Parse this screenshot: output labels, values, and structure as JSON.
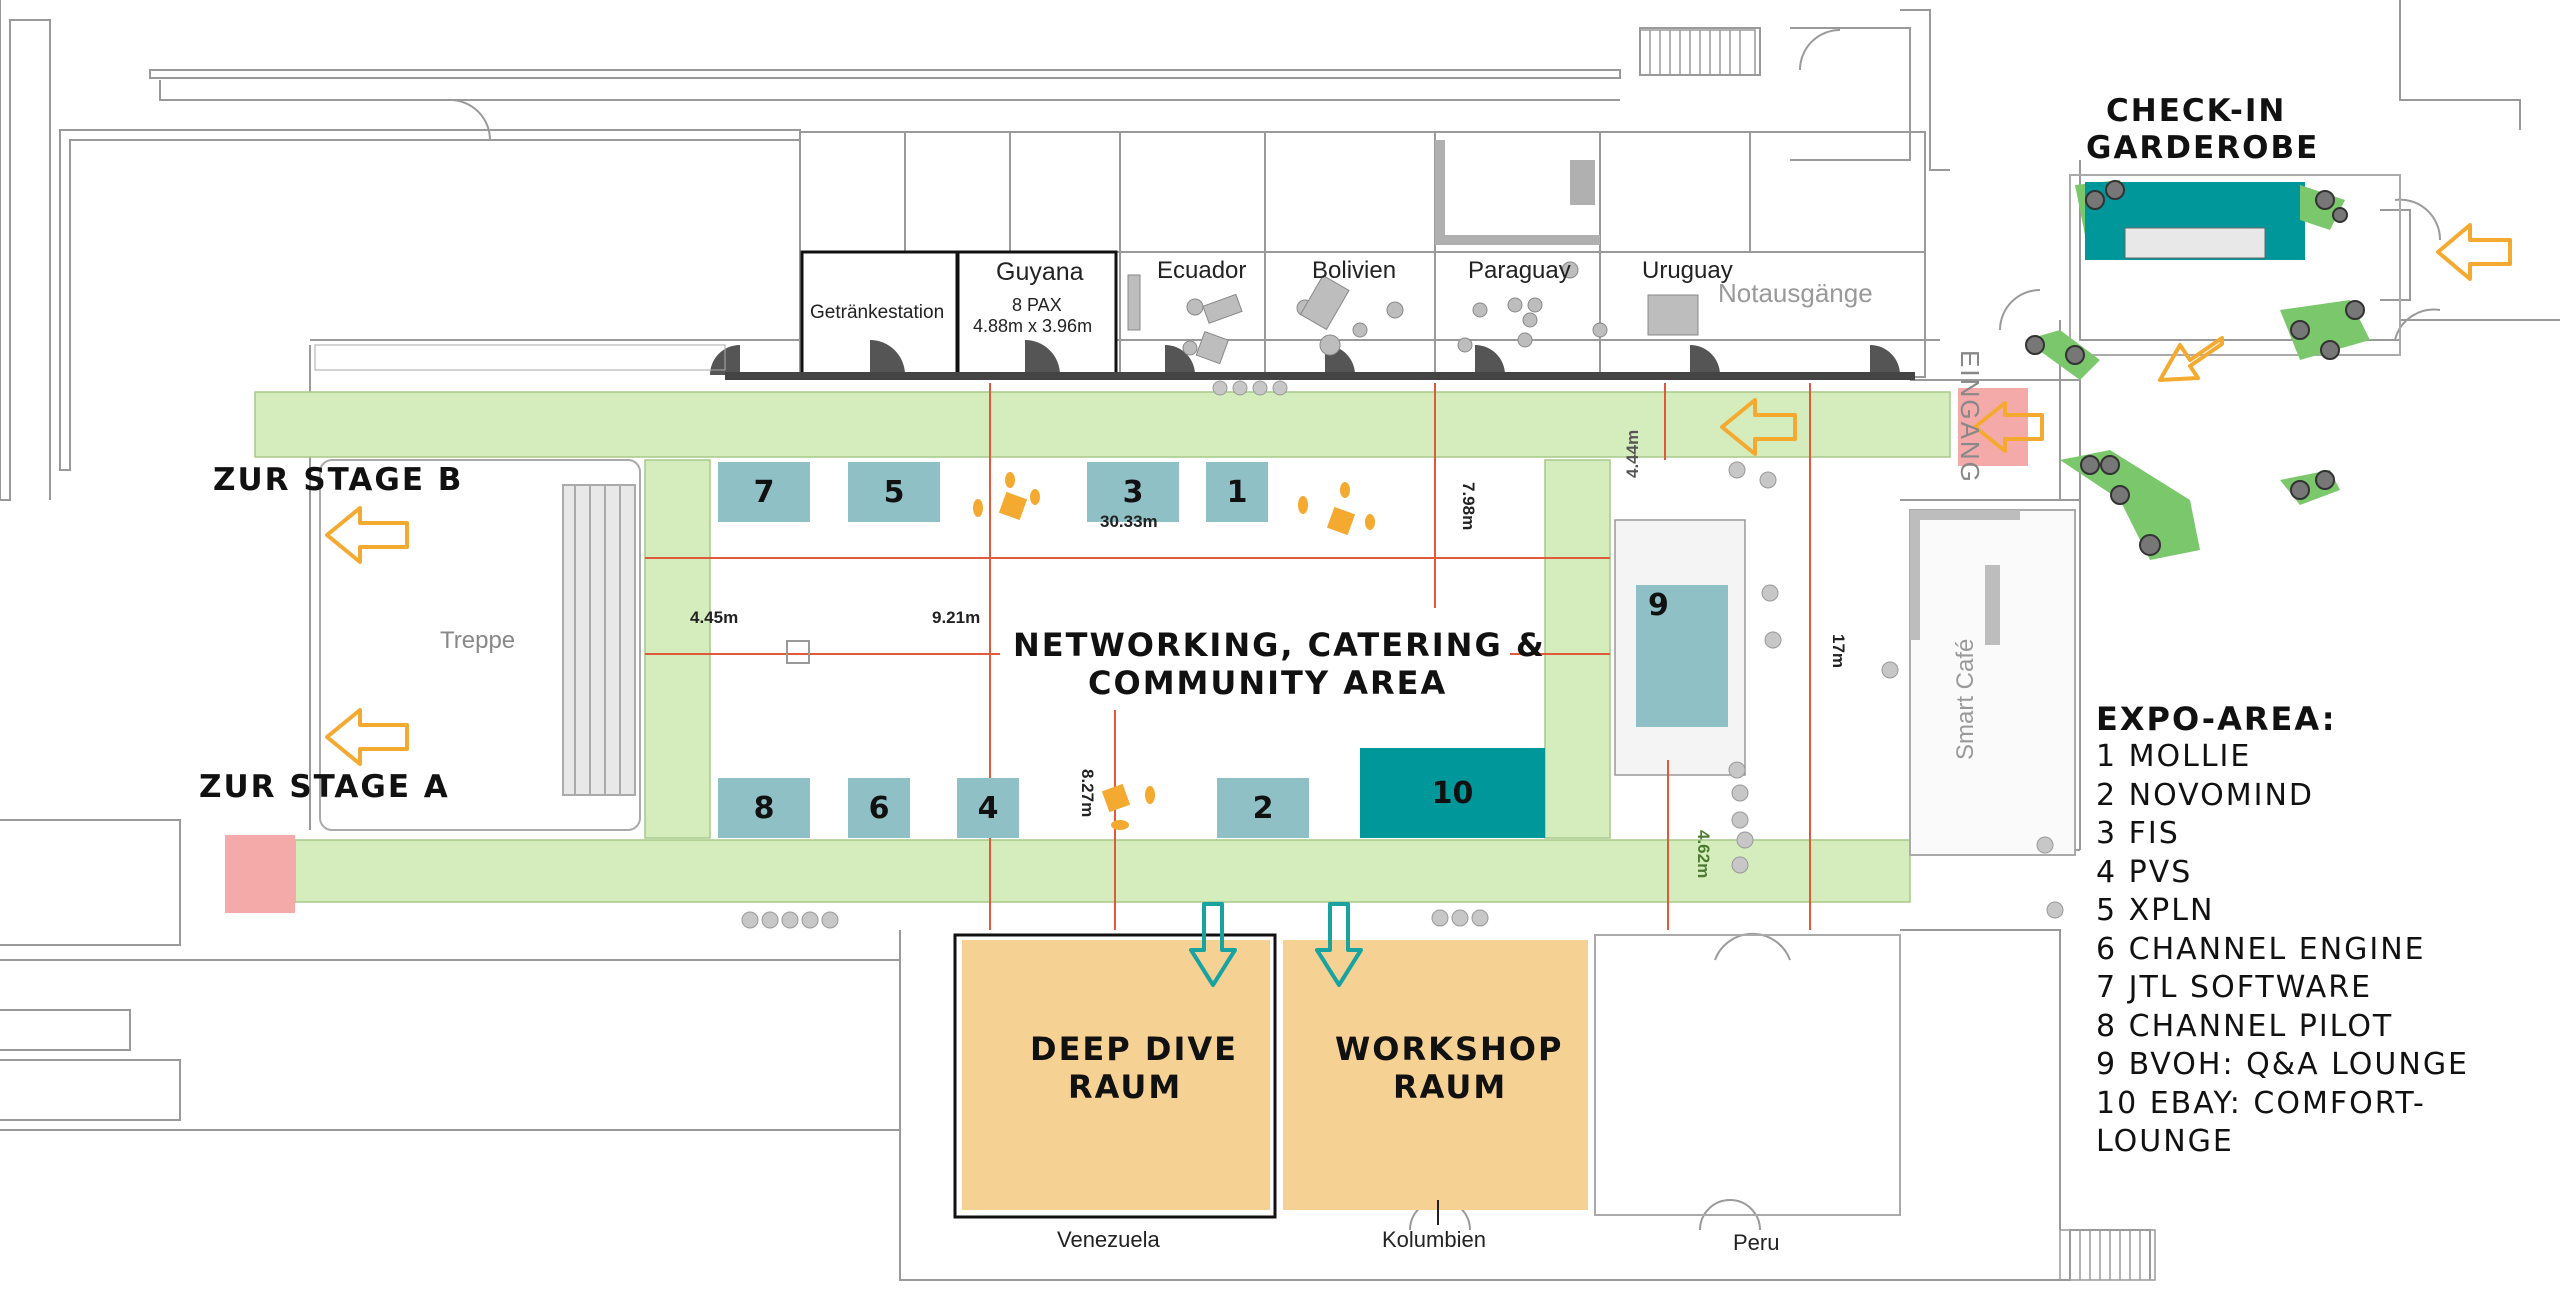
{
  "headings": {
    "check_in": "CHECK-IN",
    "garderobe": "GARDEROBE",
    "stage_b": "ZUR STAGE B",
    "stage_a": "ZUR STAGE A",
    "central_line1": "NETWORKING, CATERING &",
    "central_line2": "COMMUNITY AREA",
    "deep_dive_line1": "DEEP DIVE",
    "deep_dive_line2": "RAUM",
    "workshop_line1": "WORKSHOP",
    "workshop_line2": "RAUM",
    "eingang": "EINGANG",
    "notausgaenge": "Notausgänge",
    "treppe": "Treppe",
    "smart_cafe": "Smart Café"
  },
  "rooms": {
    "getraenkestation": "Getränkestation",
    "guyana": "Guyana",
    "guyana_pax": "8 PAX",
    "guyana_size": "4.88m x 3.96m",
    "ecuador": "Ecuador",
    "bolivien": "Bolivien",
    "paraguay": "Paraguay",
    "uruguay": "Uruguay",
    "venezuela": "Venezuela",
    "kolumbien": "Kolumbien",
    "peru": "Peru"
  },
  "booths": {
    "b7": "7",
    "b5": "5",
    "b3": "3",
    "b1": "1",
    "b8": "8",
    "b6": "6",
    "b4": "4",
    "b2": "2",
    "b9": "9",
    "b10": "10"
  },
  "dimensions": {
    "d_30": "30.33m",
    "d_798": "7.98m",
    "d_444": "4.44m",
    "d_445": "4.45m",
    "d_921": "9.21m",
    "d_827": "8.27m",
    "d_17": "17m",
    "d_462": "4.62m"
  },
  "legend": {
    "title": "EXPO-AREA:",
    "items": [
      "1 MOLLIE",
      "2 NOVOMIND",
      "3 FIS",
      "4 PVS",
      "5 XPLN",
      "6 CHANNEL ENGINE",
      "7 JTL SOFTWARE",
      "8 CHANNEL PILOT",
      "9 BVOH: Q&A LOUNGE",
      "10 EBAY: COMFORT-LOUNGE"
    ]
  },
  "colors": {
    "corridor_green": "#d5edbd",
    "booth_teal": "#8fc0c6",
    "lounge_teal": "#00979b",
    "arrow_orange": "#f4a931",
    "room_orange": "#f5d293",
    "exit_pink": "#f5aaaa",
    "dimension_red": "#e05a3a",
    "down_arrow_teal": "#19a3a0"
  }
}
